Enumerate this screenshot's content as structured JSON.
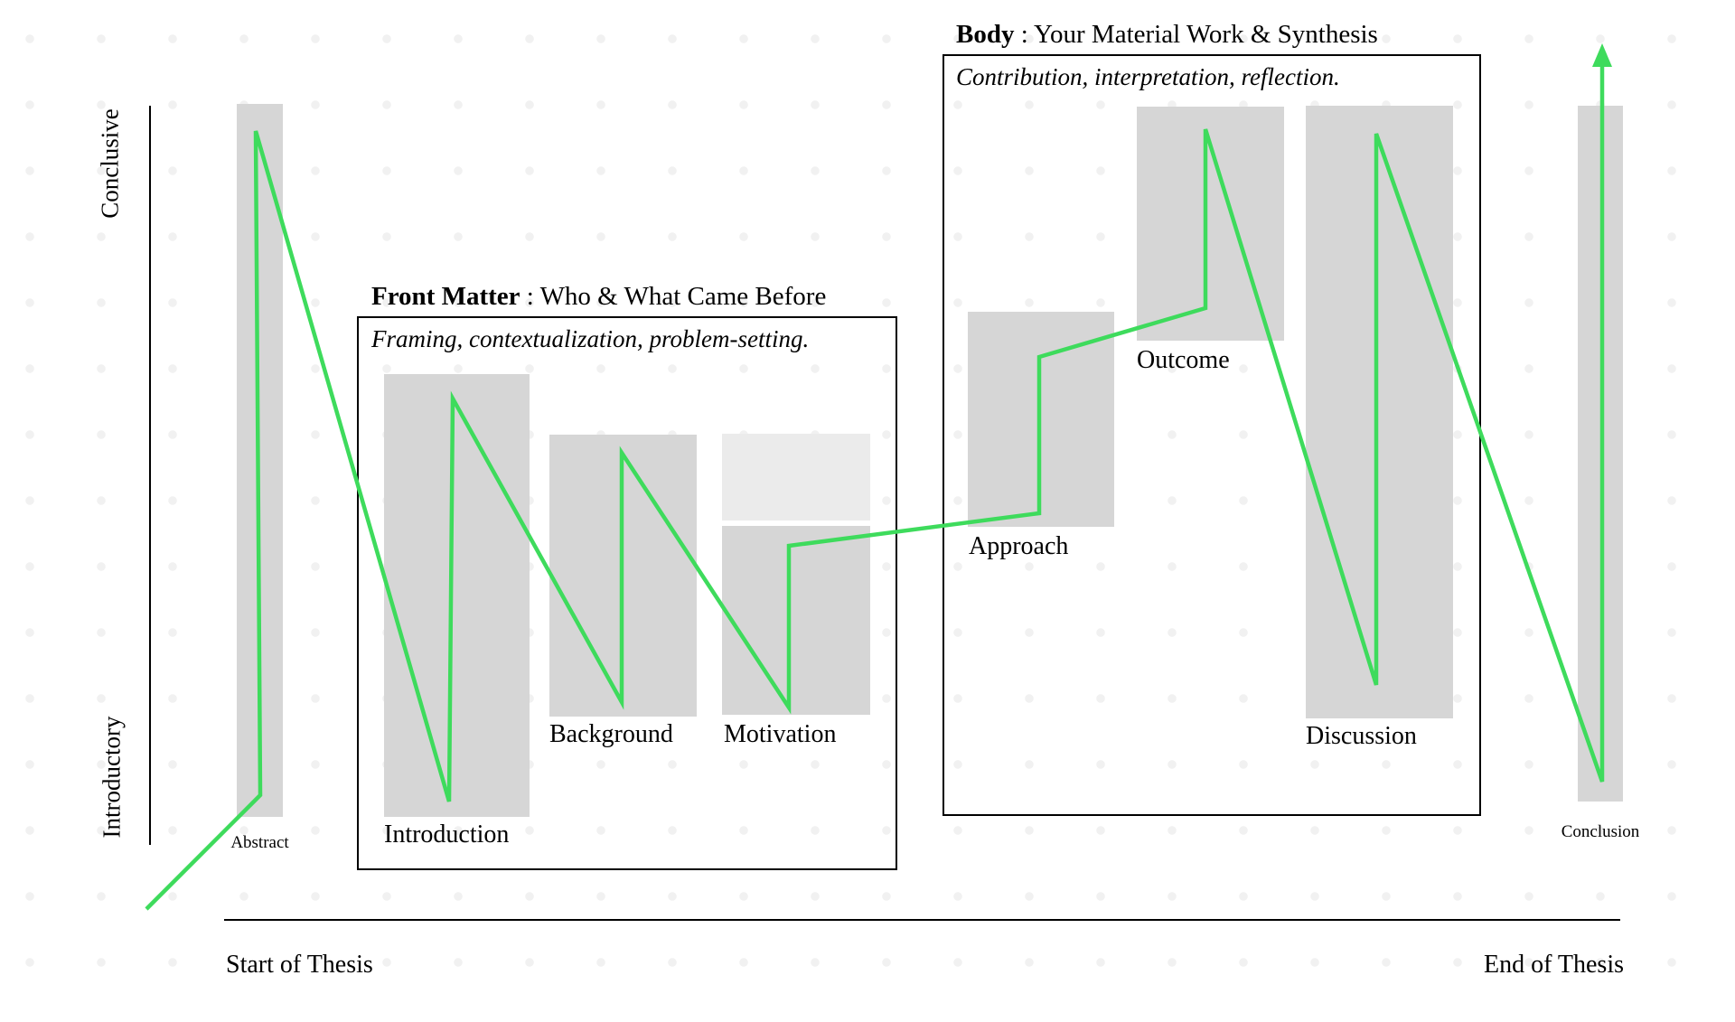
{
  "y_axis": {
    "top_label": "Conclusive",
    "bottom_label": "Introductory"
  },
  "x_axis": {
    "start_label": "Start of Thesis",
    "end_label": "End of Thesis"
  },
  "groups": {
    "front_matter": {
      "title_bold": "Front Matter",
      "title_rest": " : Who & What Came Before",
      "subtitle": "Framing, contextualization, problem-setting."
    },
    "body": {
      "title_bold": "Body",
      "title_rest": " : Your Material Work & Synthesis",
      "subtitle": "Contribution, interpretation, reflection."
    }
  },
  "sections": {
    "abstract": {
      "label": "Abstract"
    },
    "introduction": {
      "label": "Introduction"
    },
    "background": {
      "label": "Background"
    },
    "motivation": {
      "label": "Motivation"
    },
    "approach": {
      "label": "Approach"
    },
    "outcome": {
      "label": "Outcome"
    },
    "discussion": {
      "label": "Discussion"
    },
    "conclusion": {
      "label": "Conclusion"
    }
  },
  "flow_order": [
    "Abstract",
    "Introduction",
    "Background",
    "Motivation",
    "Approach",
    "Outcome",
    "Discussion",
    "Conclusion"
  ],
  "colors": {
    "flow_line_green": "#3edb5c",
    "bar_gray": "#d6d6d6",
    "bar_light_gray": "#ebebeb",
    "dot_grid_gray": "#f1f1f1",
    "axis_black": "#000000"
  }
}
